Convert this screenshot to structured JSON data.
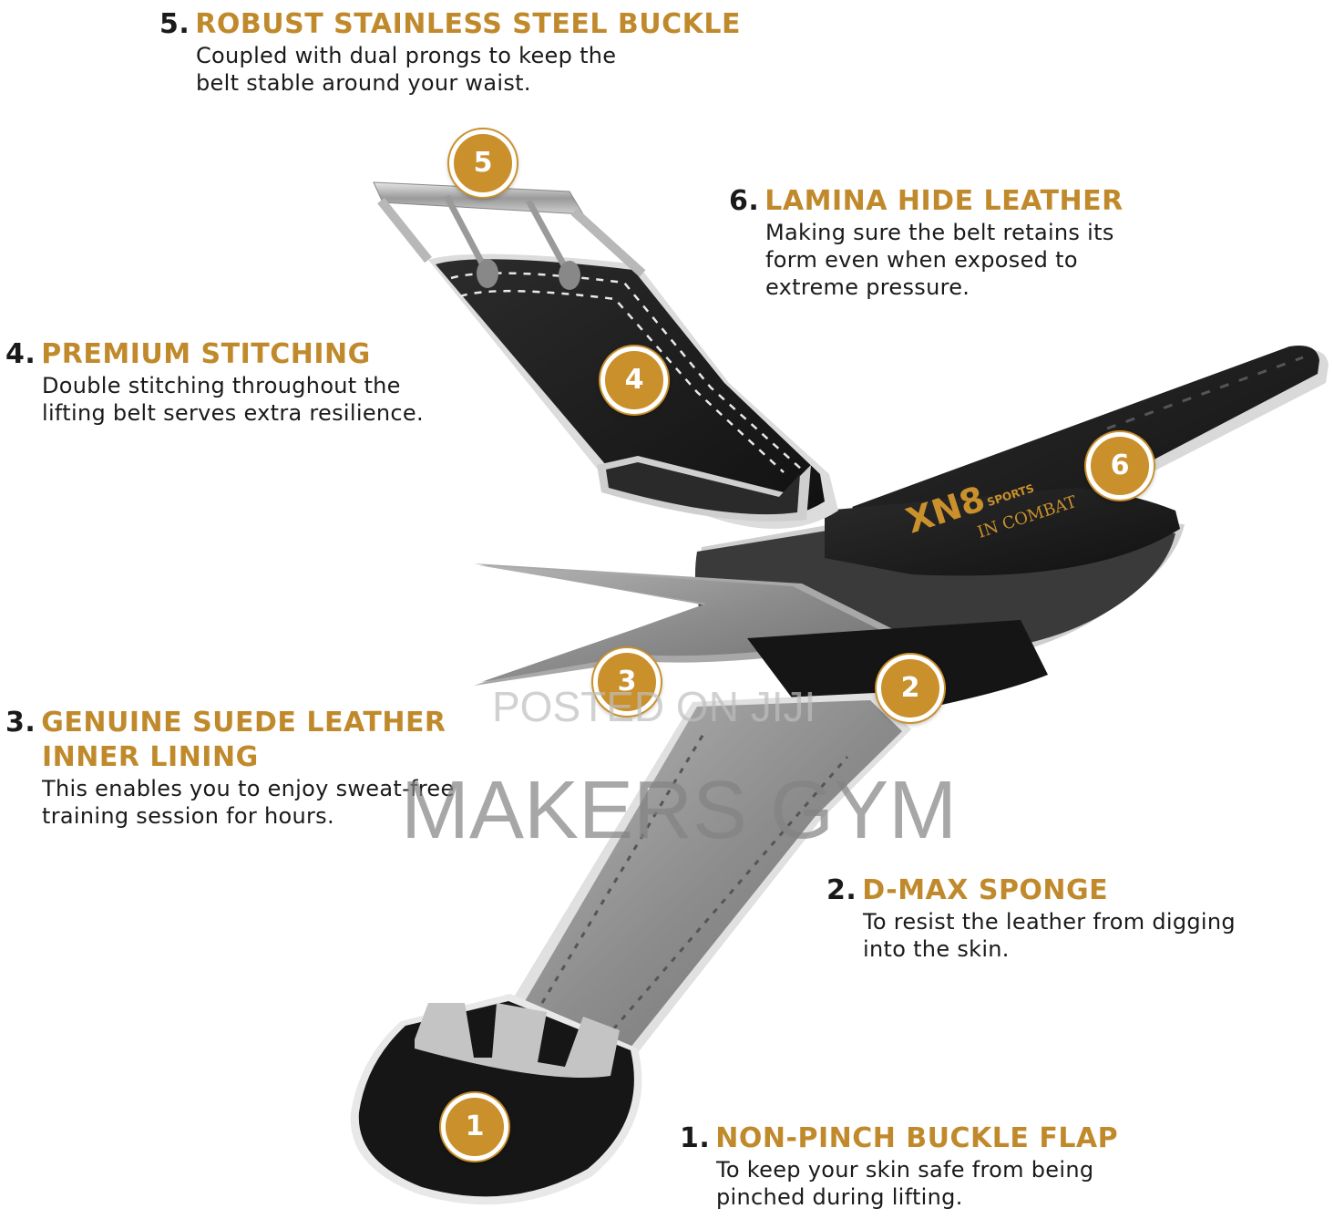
{
  "features": [
    {
      "num": "5.",
      "title": "ROBUST STAINLESS STEEL BUCKLE",
      "title2": "",
      "desc": "Coupled with dual prongs to keep the\nbelt stable around your waist."
    },
    {
      "num": "6.",
      "title": "LAMINA HIDE LEATHER",
      "title2": "",
      "desc": "Making sure the belt retains its\nform even when exposed to\nextreme pressure."
    },
    {
      "num": "4.",
      "title": "PREMIUM STITCHING",
      "title2": "",
      "desc": "Double stitching throughout the\nlifting belt serves extra resilience."
    },
    {
      "num": "3.",
      "title": "GENUINE SUEDE LEATHER",
      "title2": "INNER LINING",
      "desc": "This enables you to enjoy sweat-free\ntraining session for hours."
    },
    {
      "num": "2.",
      "title": "D-MAX SPONGE",
      "title2": "",
      "desc": "To resist the leather from digging\ninto the skin."
    },
    {
      "num": "1.",
      "title": "NON-PINCH BUCKLE FLAP",
      "title2": "",
      "desc": "To keep your skin safe from being\npinched during lifting."
    }
  ],
  "badges": [
    "5",
    "4",
    "6",
    "3",
    "2",
    "1"
  ],
  "logo": {
    "brand": "XN8",
    "sub": "SPORTS",
    "tagline": "IN COMBAT"
  },
  "watermark": {
    "line1": "POSTED ON JIJI",
    "line2": "MAKERS GYM"
  },
  "colors": {
    "accent": "#c08a2c",
    "badge": "#c9902c",
    "leather": "#1c1c1c",
    "suede": "#8e8e8e"
  }
}
